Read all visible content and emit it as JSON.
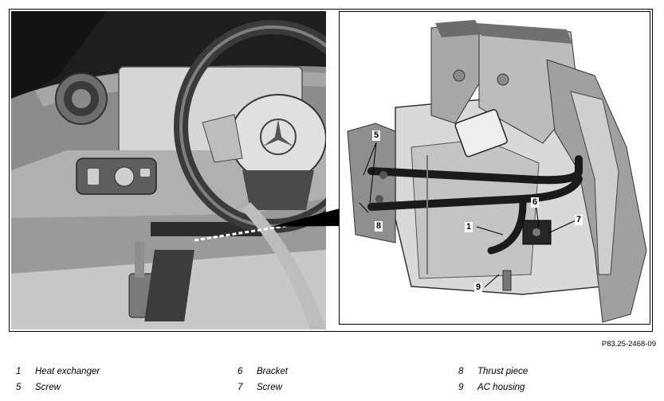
{
  "figure_id": "P83.25-2468-09",
  "callouts": [
    "1",
    "5",
    "6",
    "7",
    "8",
    "9"
  ],
  "legend": [
    {
      "num": "1",
      "label": "Heat exchanger"
    },
    {
      "num": "5",
      "label": "Screw"
    },
    {
      "num": "6",
      "label": "Bracket"
    },
    {
      "num": "7",
      "label": "Screw"
    },
    {
      "num": "8",
      "label": "Thrust piece"
    },
    {
      "num": "9",
      "label": "AC housing"
    }
  ],
  "colors": {
    "frame": "#000000",
    "shading_dark": "#2b2b2b",
    "shading_light": "#d0d0d0"
  }
}
